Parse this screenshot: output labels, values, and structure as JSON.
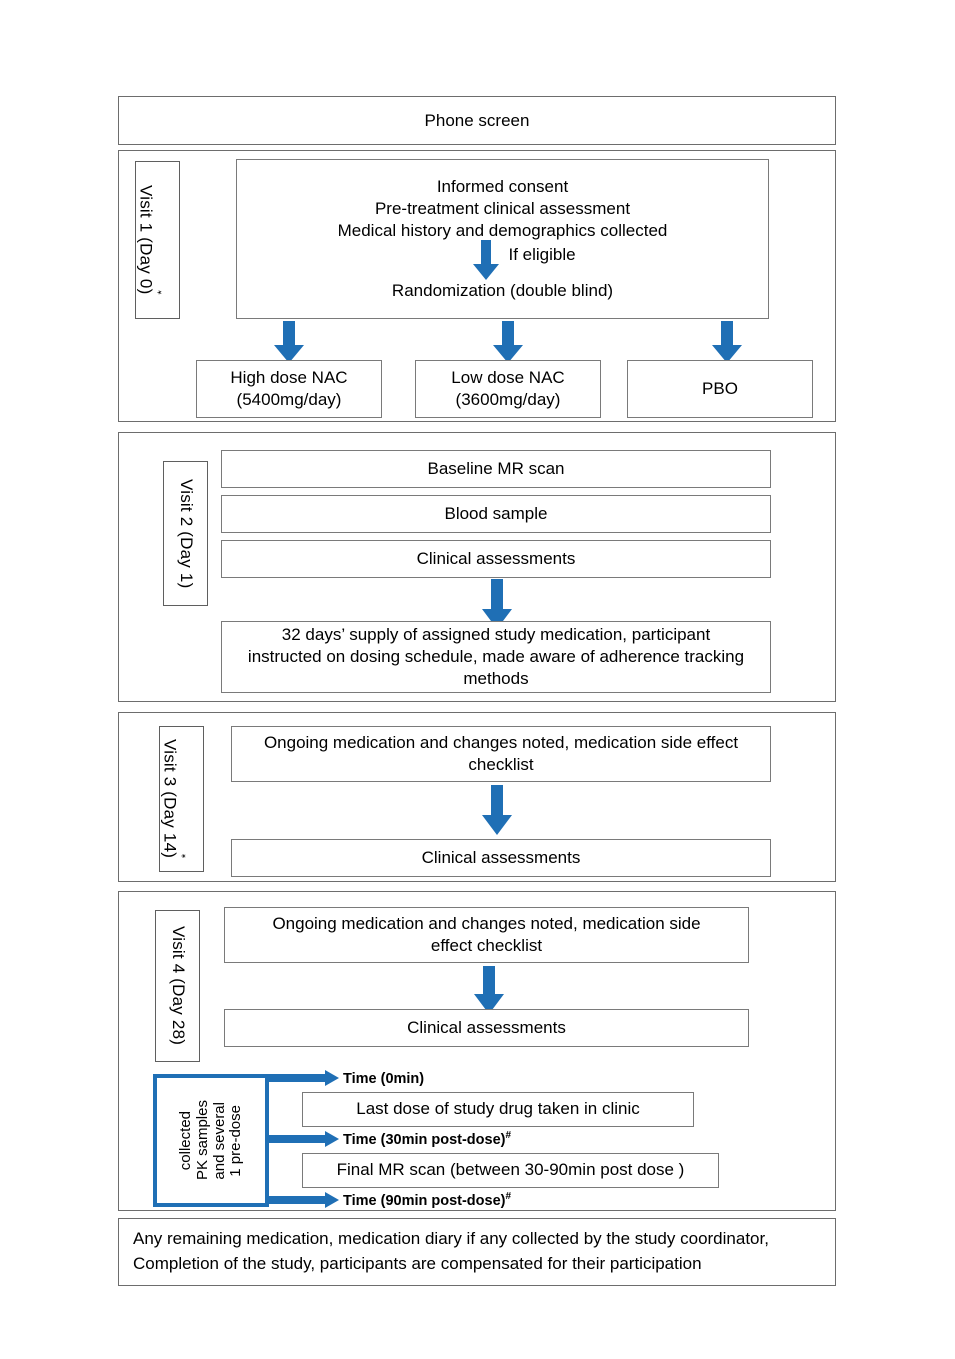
{
  "figure": {
    "title": "Clinical trial study flow diagram",
    "accent_blue": "#1F6FB5",
    "box_border": "#7a7a7a",
    "section_border": "#6d6d6d"
  },
  "phone_screen": {
    "label": "Phone screen"
  },
  "visit1": {
    "side_label": "Visit 1 (Day 0)",
    "side_label_marker": "*",
    "intake_lines": [
      "Informed consent",
      "Pre-treatment clinical assessment",
      "Medical history and demographics collected"
    ],
    "if_eligible": "If eligible",
    "randomization": "Randomization (double blind)",
    "arms": [
      {
        "name": "High dose NAC",
        "dose": "(5400mg/day)"
      },
      {
        "name": "Low dose NAC",
        "dose": "(3600mg/day)"
      },
      {
        "name": "PBO",
        "dose": ""
      }
    ]
  },
  "visit2": {
    "side_label": "Visit 2 (Day 1)",
    "side_label_marker": "",
    "steps": [
      "Baseline MR scan",
      "Blood sample",
      "Clinical assessments"
    ],
    "supply": "32 days’ supply of assigned study medication, participant instructed on dosing schedule, made aware of adherence tracking methods"
  },
  "visit3": {
    "side_label": "Visit 3 (Day 14)",
    "side_label_marker": "*",
    "checklist": "Ongoing medication and changes noted, medication side effect checklist",
    "assessments": "Clinical assessments"
  },
  "visit4": {
    "side_label": "Visit 4 (Day 28)",
    "side_label_marker": "",
    "checklist": "Ongoing medication and changes noted, medication side effect checklist",
    "assessments": "Clinical assessments",
    "pk_bracket_lines": [
      "1 pre-dose",
      "and several",
      "PK samples",
      "collected"
    ],
    "timepoints": [
      {
        "label": "Time (0min)",
        "marker": ""
      },
      {
        "label": "Time (30min post-dose)",
        "marker": "#"
      },
      {
        "label": "Time (90min post-dose)",
        "marker": "#"
      }
    ],
    "last_dose": "Last dose of study drug taken in clinic",
    "final_mr": "Final MR scan (between 30-90min post dose )"
  },
  "footer": {
    "line1": "Any remaining medication, medication diary if any collected by the study coordinator,",
    "line2": "Completion of the study, participants are compensated for their participation"
  }
}
